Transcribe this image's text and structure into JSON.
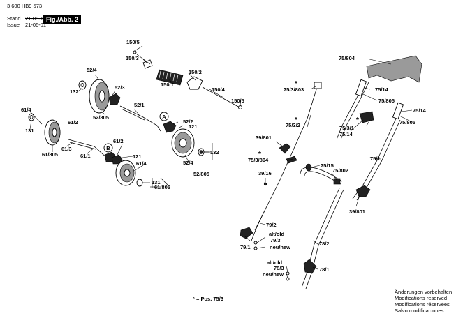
{
  "header": {
    "doc_number": "3 600 HB9 573",
    "stand_label": "Stand",
    "issue_label": "Issue",
    "stand_date": "21-08-11",
    "issue_date": "21-06-01",
    "figure_label": "Fig./Abb. 2"
  },
  "labels": [
    {
      "id": "150-5",
      "text": "150/5"
    },
    {
      "id": "150-3",
      "text": "150/3"
    },
    {
      "id": "150-2",
      "text": "150/2"
    },
    {
      "id": "150-1",
      "text": "150/1"
    },
    {
      "id": "150-4",
      "text": "150/4"
    },
    {
      "id": "150-5b",
      "text": "150/5"
    },
    {
      "id": "52-4a",
      "text": "52/4"
    },
    {
      "id": "132a",
      "text": "132"
    },
    {
      "id": "52-3",
      "text": "52/3"
    },
    {
      "id": "52-805a",
      "text": "52/805"
    },
    {
      "id": "52-1",
      "text": "52/1"
    },
    {
      "id": "61-4a",
      "text": "61/4"
    },
    {
      "id": "61-2a",
      "text": "61/2"
    },
    {
      "id": "131a",
      "text": "131"
    },
    {
      "id": "61-805a",
      "text": "61/805"
    },
    {
      "id": "61-3",
      "text": "61/3"
    },
    {
      "id": "61-1",
      "text": "61/1"
    },
    {
      "id": "52-2",
      "text": "52/2"
    },
    {
      "id": "121a",
      "text": "121"
    },
    {
      "id": "132b",
      "text": "132"
    },
    {
      "id": "52-4b",
      "text": "52/4"
    },
    {
      "id": "52-805b",
      "text": "52/805"
    },
    {
      "id": "61-2b",
      "text": "61/2"
    },
    {
      "id": "121b",
      "text": "121"
    },
    {
      "id": "61-4b",
      "text": "61/4"
    },
    {
      "id": "131b",
      "text": "131"
    },
    {
      "id": "61-805b",
      "text": "61/805"
    },
    {
      "id": "75-804",
      "text": "75/804"
    },
    {
      "id": "75-3-803",
      "text": "75/3/803"
    },
    {
      "id": "75-14a",
      "text": "75/14"
    },
    {
      "id": "75-805a",
      "text": "75/805"
    },
    {
      "id": "75-14b",
      "text": "75/14"
    },
    {
      "id": "75-3-1",
      "text": "75/3/1"
    },
    {
      "id": "75-14c",
      "text": "75/14"
    },
    {
      "id": "75-805b",
      "text": "75/805"
    },
    {
      "id": "75-3-2",
      "text": "75/3/2"
    },
    {
      "id": "39-801a",
      "text": "39/801"
    },
    {
      "id": "75-3-804",
      "text": "75/3/804"
    },
    {
      "id": "75-1",
      "text": "75/1"
    },
    {
      "id": "75-15",
      "text": "75/15"
    },
    {
      "id": "75-802",
      "text": "75/802"
    },
    {
      "id": "39-16",
      "text": "39/16"
    },
    {
      "id": "39-801b",
      "text": "39/801"
    },
    {
      "id": "79-2",
      "text": "79/2"
    },
    {
      "id": "alt-old-a",
      "text": "alt/old"
    },
    {
      "id": "79-3",
      "text": "79/3"
    },
    {
      "id": "79-1",
      "text": "79/1"
    },
    {
      "id": "neu-new-a",
      "text": "neu/new"
    },
    {
      "id": "78-2",
      "text": "78/2"
    },
    {
      "id": "alt-old-b",
      "text": "alt/old"
    },
    {
      "id": "78-3",
      "text": "78/3"
    },
    {
      "id": "78-1",
      "text": "78/1"
    },
    {
      "id": "neu-new-b",
      "text": "neu/new"
    }
  ],
  "callouts": {
    "A": "A",
    "B": "B"
  },
  "star_symbol": "*",
  "footnote": "* = Pos. 75/3",
  "notes": [
    "Änderungen vorbehalten",
    "Modifications reserved",
    "Modifications réservées",
    "Salvo modificaciones"
  ]
}
